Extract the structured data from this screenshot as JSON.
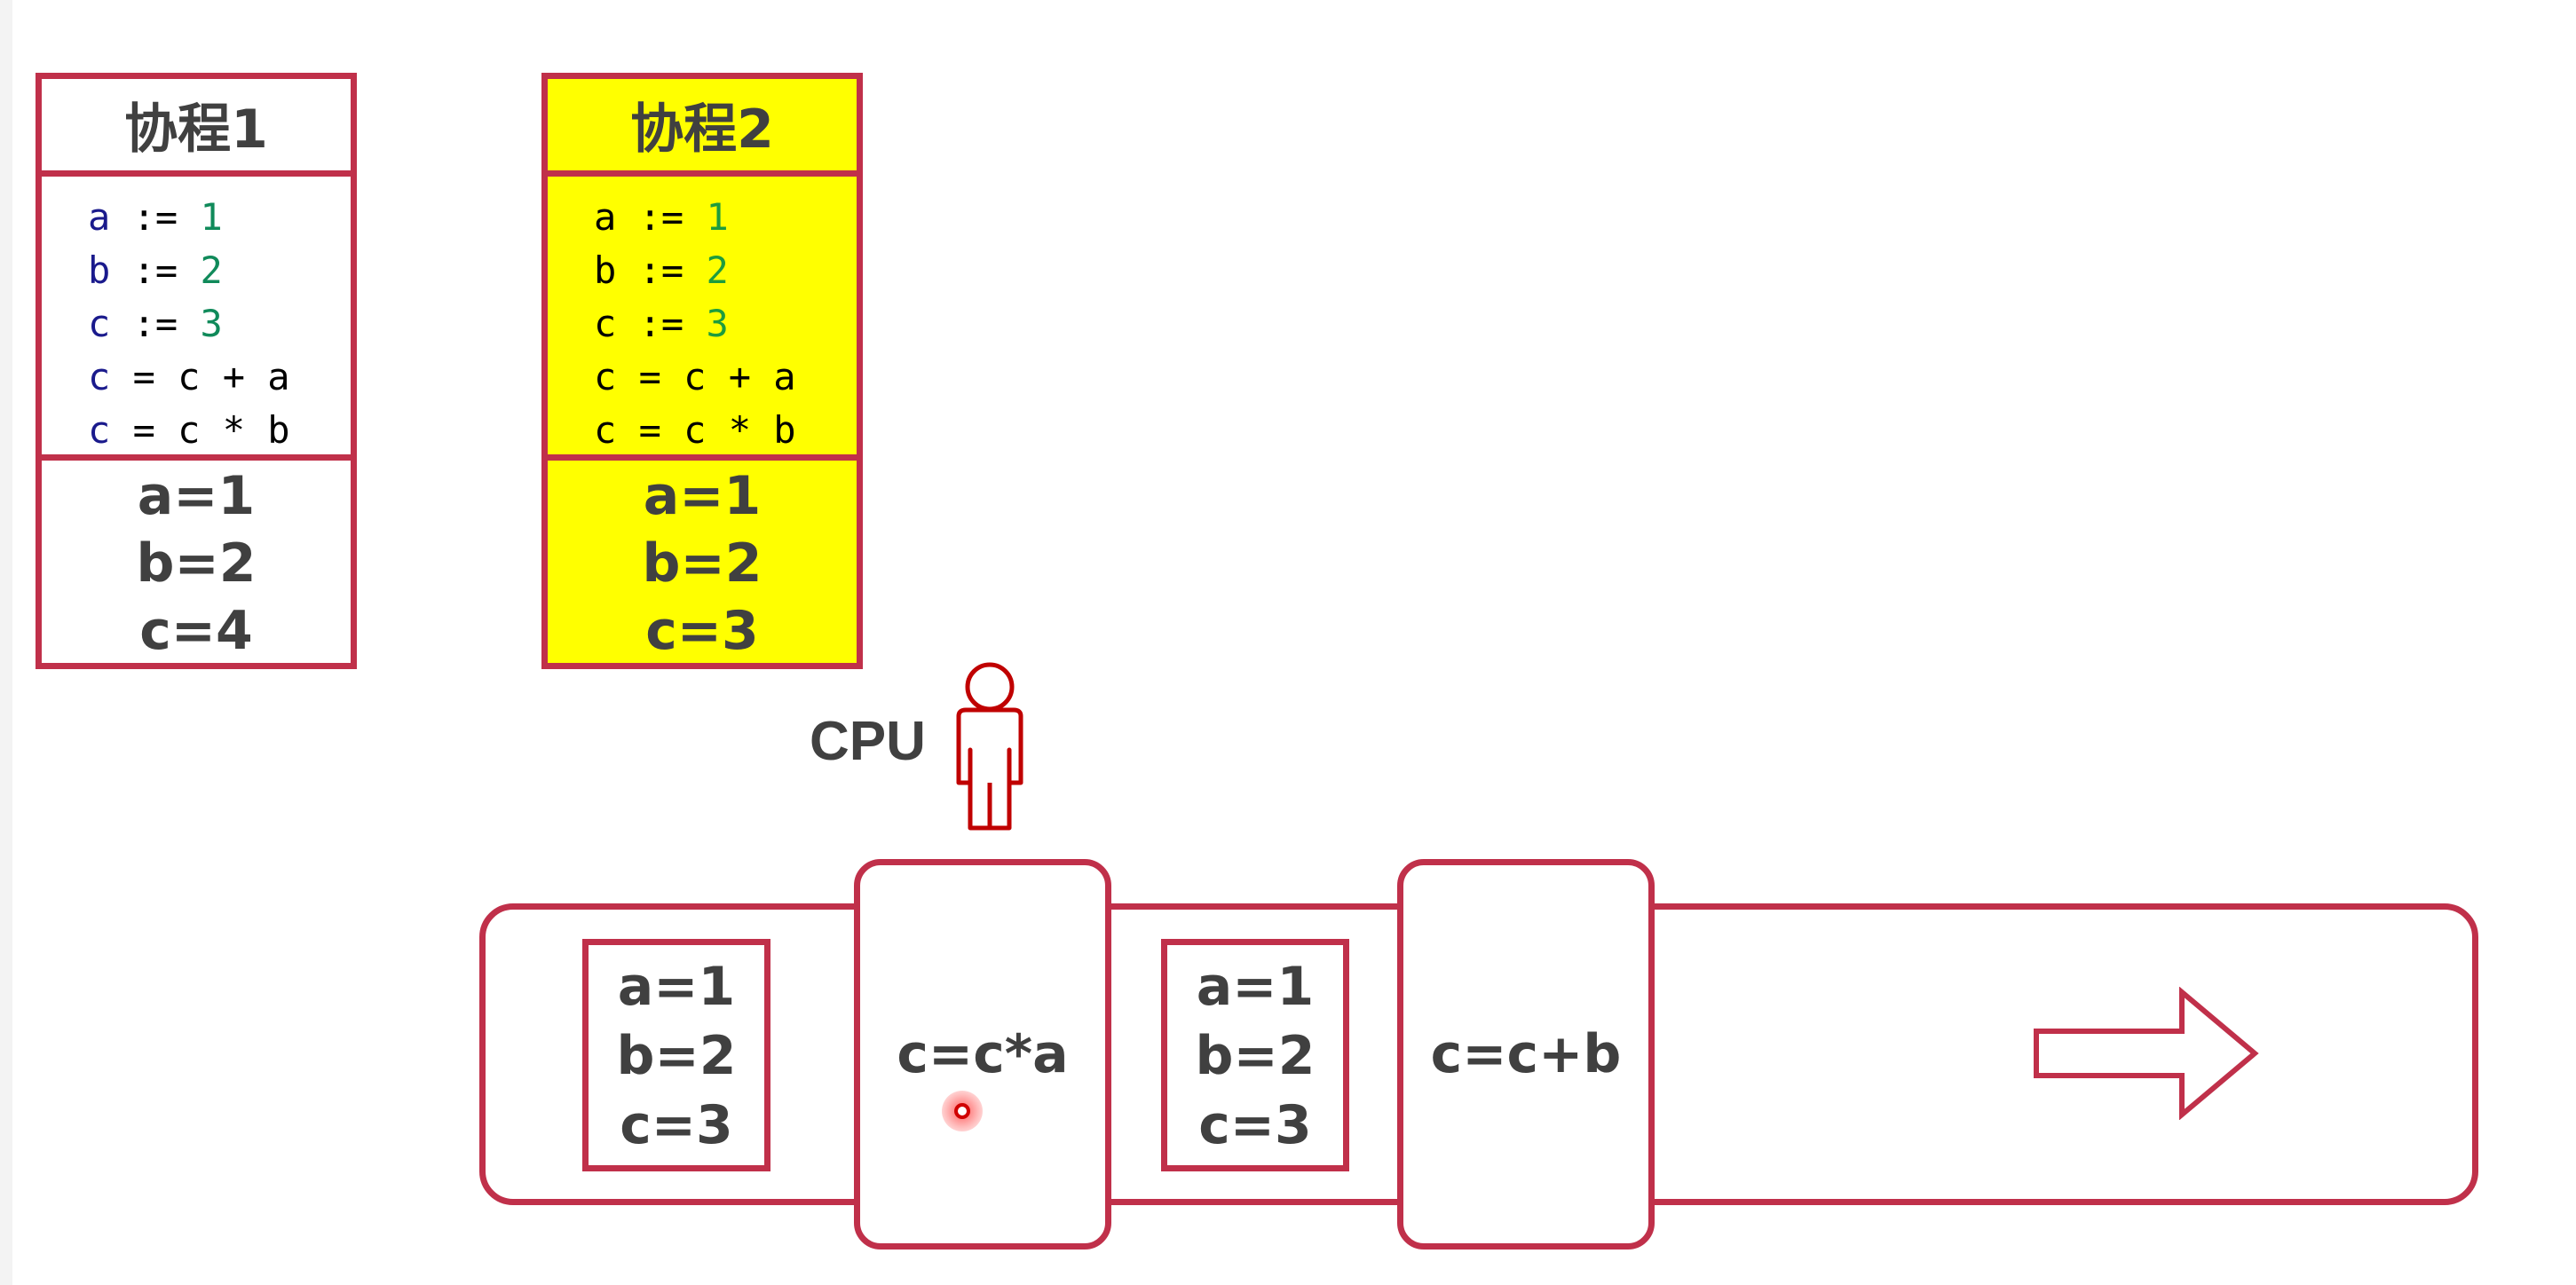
{
  "coroutine1": {
    "title": "协程1",
    "code": [
      {
        "var": "a",
        "op": " := ",
        "rest": "",
        "num": "1"
      },
      {
        "var": "b",
        "op": " := ",
        "rest": "",
        "num": "2"
      },
      {
        "var": "c",
        "op": " := ",
        "rest": "",
        "num": "3"
      },
      {
        "var": "c",
        "op": " = ",
        "rest": "c + a",
        "num": ""
      },
      {
        "var": "c",
        "op": " = ",
        "rest": "c * b",
        "num": ""
      }
    ],
    "values": [
      "a=1",
      "b=2",
      "c=4"
    ]
  },
  "coroutine2": {
    "title": "协程2",
    "highlight_color": "#ffff00",
    "code": [
      {
        "var": "a",
        "op": " := ",
        "rest": "",
        "num": "1"
      },
      {
        "var": "b",
        "op": " := ",
        "rest": "",
        "num": "2"
      },
      {
        "var": "c",
        "op": " := ",
        "rest": "",
        "num": "3"
      },
      {
        "var": "c",
        "op": " = ",
        "rest": "c + a",
        "num": ""
      },
      {
        "var": "c",
        "op": " = ",
        "rest": "c * b",
        "num": ""
      }
    ],
    "values": [
      "a=1",
      "b=2",
      "c=3"
    ]
  },
  "cpu": {
    "label": "CPU",
    "icon": "person-icon"
  },
  "stack": {
    "context1": [
      "a=1",
      "b=2",
      "c=3"
    ],
    "frame1": "c=c*a",
    "context2": [
      "a=1",
      "b=2",
      "c=3"
    ],
    "frame2": "c=c+b",
    "arrow_icon": "right-arrow-icon"
  },
  "colors": {
    "border": "#c0304a",
    "text": "#404040"
  }
}
